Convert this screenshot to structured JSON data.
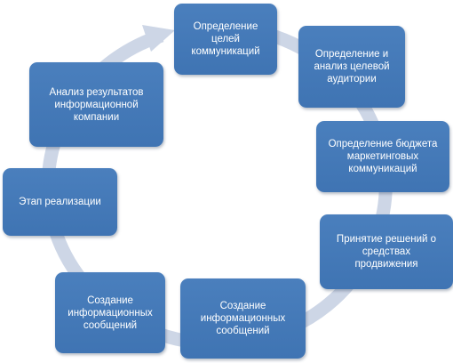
{
  "diagram": {
    "nodes": [
      {
        "id": "n1",
        "label": "Определение\nцелей\nкоммуникаций"
      },
      {
        "id": "n2",
        "label": "Определение и\nанализ целевой\nаудитории"
      },
      {
        "id": "n3",
        "label": "Определение бюджета\nмаркетинговых\nкоммуникаций"
      },
      {
        "id": "n4",
        "label": "Принятие решений о\nсредствах\nпродвижения"
      },
      {
        "id": "n5",
        "label": "Создание\nинформационных\nсообщений"
      },
      {
        "id": "n6",
        "label": "Создание\nинформационных\nсообщений"
      },
      {
        "id": "n7",
        "label": "Этап реализации"
      },
      {
        "id": "n8",
        "label": "Анализ результатов\nинформационной\nкомпании"
      }
    ],
    "colors": {
      "node_fill": "#4477b7",
      "node_text": "#ffffff",
      "arrow": "#cdd6e6"
    }
  }
}
